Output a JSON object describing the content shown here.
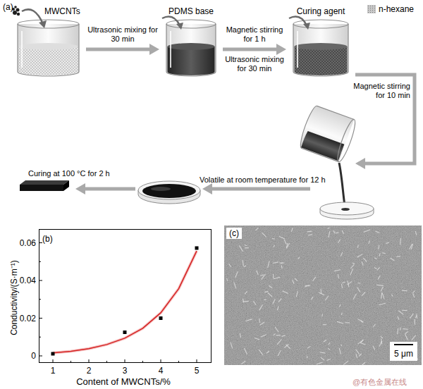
{
  "diagram": {
    "nodes": [
      {
        "text": [
          "MWCNTs"
        ]
      },
      {
        "text": [
          "PDMS base"
        ]
      },
      {
        "text": [
          "Curing agent"
        ]
      },
      {
        "text": [
          "(b)"
        ]
      },
      {
        "text": [
          "(c)",
          "5 μm"
        ]
      }
    ],
    "edges": [
      {
        "from": 0,
        "to": 1,
        "arrow": "to",
        "label": "Ultrasonic mixing for 30 min"
      },
      {
        "from": 1,
        "to": 2,
        "arrow": "to",
        "label": "Magnetic stirring for 1 h"
      }
    ],
    "labels": [
      "(a)",
      "Ultrasonic mixing for 30 min",
      "Magnetic stirring for 10 min",
      "Volatile at room temperature for 12 h",
      "Curing at 100 °C for 2 h",
      "Conductivity/(S·m⁻¹)",
      "0.06",
      "0.04",
      "0.02",
      "0",
      "1",
      "2",
      "3",
      "4",
      "5",
      "Content of MWCNTs/%",
      "@有色金属在线"
    ],
    "legend": [
      {
        "text": "n-hexane",
        "color": "#c8c8c8"
      }
    ]
  }
}
